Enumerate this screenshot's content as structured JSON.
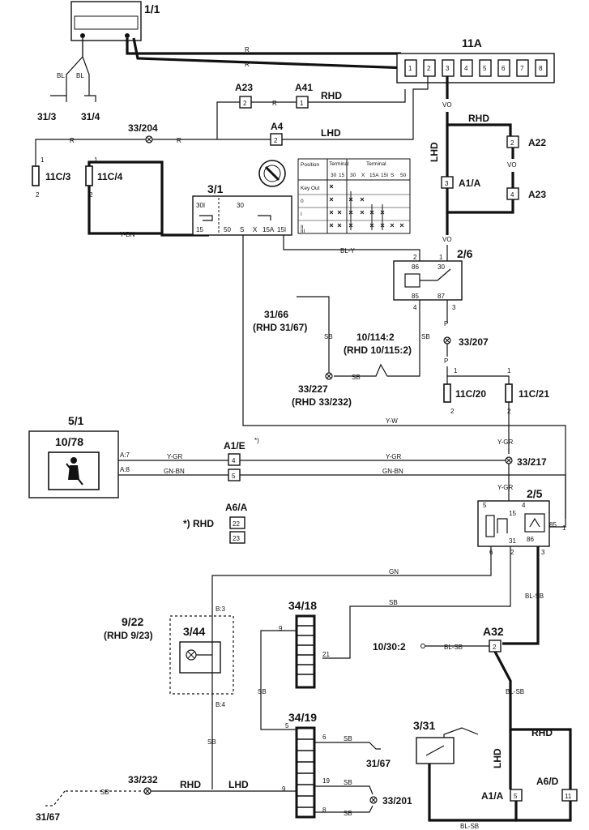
{
  "components": {
    "c_1_1": "1/1",
    "c_11A": "11A",
    "fuse_pins": [
      "1",
      "2",
      "3",
      "4",
      "5",
      "6",
      "7",
      "8"
    ],
    "c_31_3": "31/3",
    "c_31_4": "31/4",
    "c_A23_top": "A23",
    "c_A41": "A41",
    "c_A4": "A4",
    "c_33_204": "33/204",
    "c_11C_3": "11C/3",
    "c_11C_4": "11C/4",
    "c_3_1": "3/1",
    "c_A22": "A22",
    "c_A1A_top": "A1/A",
    "c_A23_right": "A23",
    "c_2_6": "2/6",
    "c_31_66": "31/66",
    "c_31_66_rhd": "(RHD 31/67)",
    "c_10_114": "10/114:2",
    "c_10_114_rhd": "(RHD 10/115:2)",
    "c_33_207": "33/207",
    "c_33_227": "33/227",
    "c_33_227_rhd": "(RHD 33/232)",
    "c_11C_20": "11C/20",
    "c_11C_21": "11C/21",
    "c_5_1": "5/1",
    "c_10_78": "10/78",
    "c_A1E": "A1/E",
    "c_A1E_star": "*)",
    "c_33_217": "33/217",
    "c_2_5": "2/5",
    "c_A6A": "A6/A",
    "c_rhd_note": "*) RHD",
    "c_9_22": "9/22",
    "c_9_22_rhd": "(RHD 9/23)",
    "c_3_44": "3/44",
    "c_34_18": "34/18",
    "c_A32": "A32",
    "c_10_30": "10/30:2",
    "c_34_19": "34/19",
    "c_3_31": "3/31",
    "c_31_67_mid": "31/67",
    "c_33_201": "33/201",
    "c_A1A_bottom": "A1/A",
    "c_A6D": "A6/D",
    "c_33_232": "33/232",
    "c_31_67_left": "31/67"
  },
  "wires": {
    "R": "R",
    "BL": "BL",
    "VO": "VO",
    "RHD": "RHD",
    "LHD": "LHD",
    "Y_BN": "Y-BN",
    "BL_Y": "BL-Y",
    "SB": "SB",
    "P": "P",
    "Y_W": "Y-W",
    "Y_GR": "Y-GR",
    "GN_BN": "GN-BN",
    "GN": "GN",
    "BL_SB": "BL-SB"
  },
  "pins": {
    "p1": "1",
    "p2": "2",
    "p3": "3",
    "p4": "4",
    "p5": "5",
    "p6": "6",
    "p8": "8",
    "p9": "9",
    "p11": "11",
    "p19": "19",
    "p21": "21",
    "p22": "22",
    "p23": "23",
    "p30": "30",
    "p31": "31",
    "p50": "50",
    "p85": "85",
    "p86": "86",
    "p87": "87",
    "p15": "15",
    "pS": "S",
    "pX": "X",
    "p15A": "15A",
    "p15I": "15I",
    "p30I": "30I",
    "pA7": "A:7",
    "pA8": "A:8",
    "pB3": "B:3",
    "pB4": "B:4"
  },
  "ignition_table": {
    "position_header": "Position",
    "terminal_header": "Terminal",
    "cols_left": [
      "30",
      "15"
    ],
    "cols_right": [
      "30",
      "X",
      "15A",
      "15I",
      "S",
      "50"
    ],
    "rows": [
      "Key Out",
      "0",
      "I",
      "II",
      "III"
    ]
  }
}
